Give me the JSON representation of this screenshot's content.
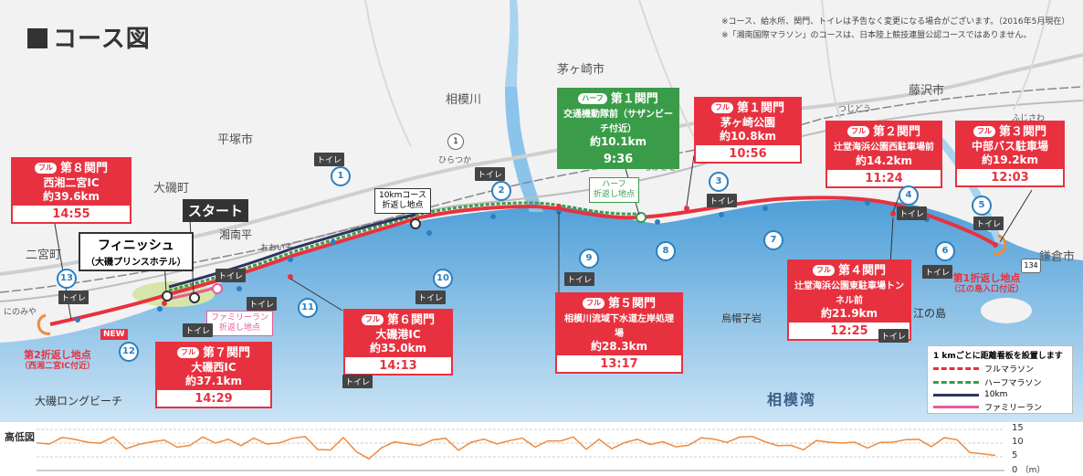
{
  "title": "コース図",
  "notes": [
    "※コース、給水所、関門、トイレは予告なく変更になる場合がございます。（2016年5月現在）",
    "※「湘南国際マラソン」のコースは、日本陸上競技連盟公認コースではありません。"
  ],
  "places": {
    "chigasaki_city": "茅ヶ崎市",
    "sagami_river": "相模川",
    "hiratsuka_city": "平塚市",
    "oiso_town": "大磯町",
    "ninomiya_town": "二宮町",
    "fujisawa_city": "藤沢市",
    "kamakura_city": "鎌倉市",
    "shonandaira": "湘南平",
    "oiso_station": "おおいそ",
    "hiratsuka_station": "ひらつか",
    "chigasaki_station": "ちがさき",
    "tsujido_station": "つじどう",
    "fujisawa_station": "ふじさわ",
    "ninomiya_station": "にのみや",
    "eboshi_rock": "烏帽子岩",
    "enoshima": "江の島",
    "oiso_long_beach": "大磯ロングビーチ",
    "sagami_bay": "相模湾",
    "route_1": "1",
    "route_134": "134"
  },
  "checkpoints": {
    "full_1": {
      "tag": "フル",
      "gate": "第１関門",
      "place": "茅ヶ崎公園",
      "dist": "約10.8km",
      "time": "10:56"
    },
    "full_2": {
      "tag": "フル",
      "gate": "第２関門",
      "place": "辻堂海浜公園西駐車場前",
      "dist": "約14.2km",
      "time": "11:24"
    },
    "full_3": {
      "tag": "フル",
      "gate": "第３関門",
      "place": "中部バス駐車場",
      "dist": "約19.2km",
      "time": "12:03"
    },
    "full_4": {
      "tag": "フル",
      "gate": "第４関門",
      "place": "辻堂海浜公園東駐車場トンネル前",
      "dist": "約21.9km",
      "time": "12:25"
    },
    "full_5": {
      "tag": "フル",
      "gate": "第５関門",
      "place": "相模川流域下水道左岸処理場",
      "dist": "約28.3km",
      "time": "13:17"
    },
    "full_6": {
      "tag": "フル",
      "gate": "第６関門",
      "place": "大磯港IC",
      "dist": "約35.0km",
      "time": "14:13"
    },
    "full_7": {
      "tag": "フル",
      "gate": "第７関門",
      "place": "大磯西IC",
      "dist": "約37.1km",
      "time": "14:29"
    },
    "full_8": {
      "tag": "フル",
      "gate": "第８関門",
      "place": "西湘二宮IC",
      "dist": "約39.6km",
      "time": "14:55"
    },
    "half_1": {
      "tag": "ハーフ",
      "gate": "第１関門",
      "place": "交通機動隊前（サザンビーチ付近）",
      "dist": "約10.1km",
      "time": "9:36"
    }
  },
  "toilet_label": "トイレ",
  "toilets": [
    "1",
    "2",
    "3",
    "4",
    "5",
    "6",
    "7",
    "8",
    "9",
    "10",
    "11",
    "12",
    "13"
  ],
  "new_badge": "NEW",
  "start": "スタート",
  "finish": {
    "line1": "フィニッシュ",
    "line2": "（大磯プリンスホテル）"
  },
  "turns": {
    "tenk": {
      "line1": "10kmコース",
      "line2": "折返し地点"
    },
    "half": {
      "line1": "ハーフ",
      "line2": "折返し地点"
    },
    "family": {
      "line1": "ファミリーラン",
      "line2": "折返し地点"
    },
    "first": {
      "line1": "第1折返し地点",
      "line2": "（江の島入口付近）"
    },
    "second": {
      "line1": "第2折返し地点",
      "line2": "（西湘二宮IC付近）"
    }
  },
  "legend": {
    "title": "1 kmごとに距離看板を設置します",
    "items": [
      {
        "label": "フルマラソン",
        "color": "#e8313f"
      },
      {
        "label": "ハーフマラソン",
        "color": "#3a9c48"
      },
      {
        "label": "10km",
        "color": "#2d3561"
      },
      {
        "label": "ファミリーラン",
        "color": "#e85a9b"
      }
    ]
  },
  "elevation": {
    "label": "高低図",
    "unit": "（m）",
    "ticks": [
      "15",
      "10",
      "5",
      "0"
    ],
    "colors": {
      "line": "#f08a3c"
    }
  },
  "colors": {
    "full": "#e8313f",
    "half": "#3a9c48",
    "tenk": "#2d3561",
    "family": "#e85a9b",
    "toilet": "#2b7fc1",
    "sea": "#5aa6dc"
  }
}
